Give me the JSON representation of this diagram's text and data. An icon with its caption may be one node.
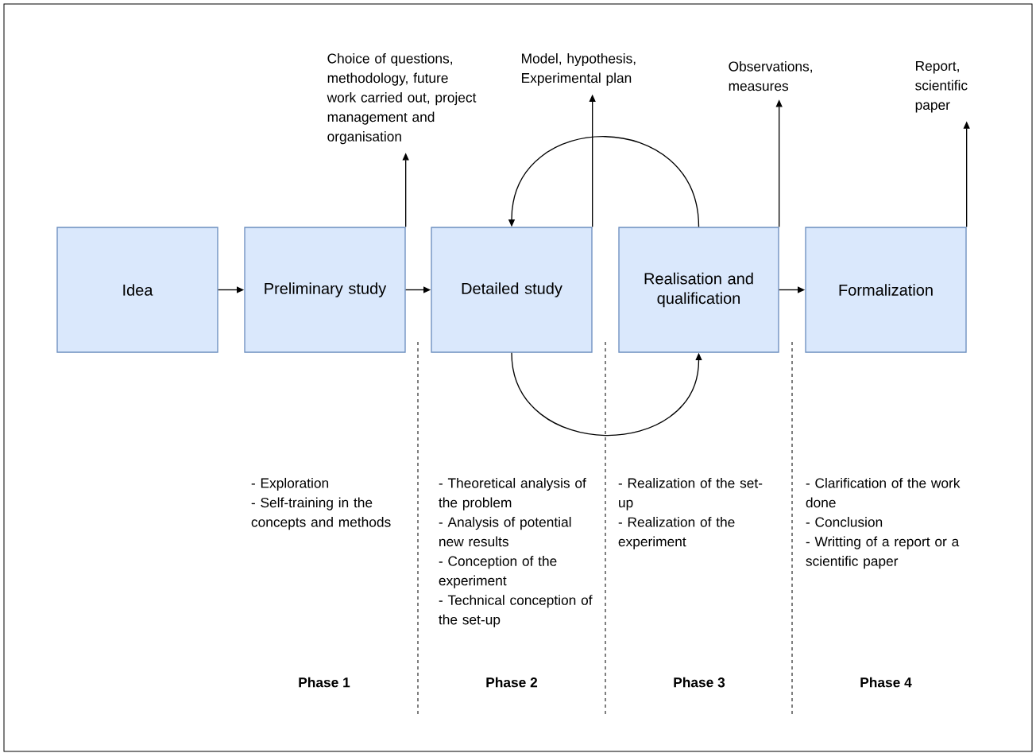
{
  "diagram": {
    "nodes": [
      {
        "text": [
          "Idea"
        ]
      },
      {
        "text": [
          "Preliminary study"
        ]
      },
      {
        "text": [
          "Detailed study"
        ]
      },
      {
        "text": [
          "Realisation and qualification"
        ]
      },
      {
        "text": [
          "Formalization"
        ]
      },
      {
        "text": [
          "Choice of questions, methodology, future work carried out, project management and organisation"
        ]
      },
      {
        "text": [
          "Model, hypothesis, Experimental plan"
        ]
      },
      {
        "text": [
          "Observations, measures"
        ]
      },
      {
        "text": [
          "Report, scientific paper"
        ]
      }
    ],
    "edges": [
      {
        "from": 0,
        "to": 1,
        "arrow": "to"
      },
      {
        "from": 1,
        "to": 2,
        "arrow": "to"
      },
      {
        "from": 3,
        "to": 4,
        "arrow": "to"
      },
      {
        "from": 1,
        "to": 5,
        "arrow": "to"
      },
      {
        "from": 2,
        "to": 6,
        "arrow": "to"
      },
      {
        "from": 3,
        "to": 7,
        "arrow": "to"
      },
      {
        "from": 4,
        "to": 8,
        "arrow": "to"
      },
      {
        "from": 3,
        "to": 2,
        "arrow": "to"
      },
      {
        "from": 2,
        "to": 3,
        "arrow": "to"
      }
    ],
    "labels": [
      "- Exploration",
      "- Self-training in the concepts and methods",
      "- Theoretical analysis of the problem",
      "- Analysis of potential new results",
      "- Conception of the experiment",
      "- Technical conception of the set-up",
      "- Realization of the set-up",
      "- Realization of the experiment",
      "- Clarification of the work done",
      "- Conclusion",
      "- Writting of a report or a scientific paper",
      "Phase 1",
      "Phase 2",
      "Phase 3",
      "Phase 4"
    ]
  }
}
